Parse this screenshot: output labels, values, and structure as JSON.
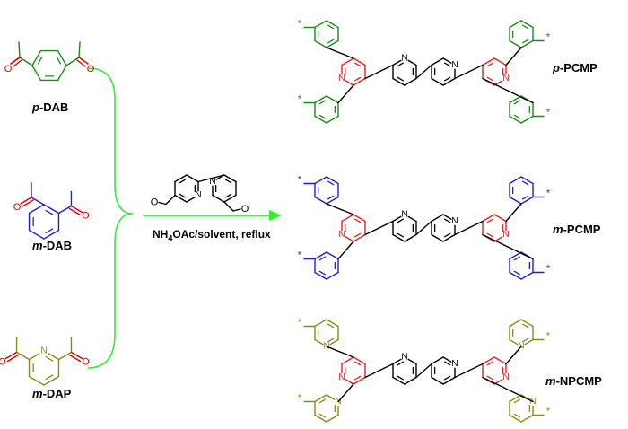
{
  "monomers": [
    {
      "prefix": "p",
      "name": "-DAB",
      "color": "#1a8a1a"
    },
    {
      "prefix": "m",
      "name": "-DAB",
      "color": "#1f1fd0"
    },
    {
      "prefix": "m",
      "name": "-DAP",
      "color": "#8a8a1a"
    }
  ],
  "products": [
    {
      "prefix": "p",
      "name": "-PCMP"
    },
    {
      "prefix": "m",
      "name": "-PCMP"
    },
    {
      "prefix": "m",
      "name": "-NPCMP"
    }
  ],
  "reaction": {
    "condition_main": "NH",
    "condition_sub": "4",
    "condition_rest": "OAc/solvent, reflux",
    "arrow_color": "#33ee33",
    "bracket_color": "#33ee33"
  },
  "atoms": {
    "nitrogen": "N",
    "oxygen": "O",
    "star": "*"
  },
  "colors": {
    "ketone_oxygen": "#e00000",
    "pyridine_red": "#e82020",
    "bipyridine": "#000000"
  }
}
